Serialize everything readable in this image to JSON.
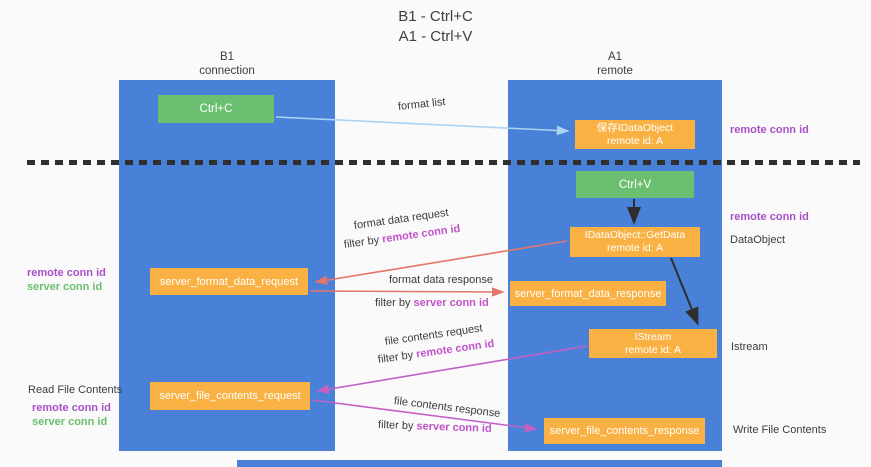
{
  "title": {
    "line1": "B1 - Ctrl+C",
    "line2": "A1 - Ctrl+V"
  },
  "lanes": {
    "left": {
      "name": "B1",
      "sub": "connection"
    },
    "right": {
      "name": "A1",
      "sub": "remote"
    }
  },
  "nodes": {
    "ctrl_c": "Ctrl+C",
    "ctrl_v": "Ctrl+V",
    "save_idataobject": {
      "line1": "保存IDataObject",
      "line2": "remote id: A"
    },
    "getdata": {
      "line1": "IDataObject::GetData",
      "line2": "remote id: A"
    },
    "istream": {
      "line1": "IStream",
      "line2": "remote id: A"
    },
    "format_request": "server_format_data_request",
    "format_response": "server_format_data_response",
    "file_request": "server_file_contents_request",
    "file_response": "server_file_contents_response"
  },
  "side_labels": {
    "remote_conn_id": "remote conn id",
    "server_conn_id": "server conn id",
    "dataobject": "DataObject",
    "istream": "Istream",
    "read_file_contents": "Read File Contents",
    "write_file_contents": "Write File Contents"
  },
  "arrow_labels": {
    "format_list": "format list",
    "format_data_request": "format data request",
    "format_data_response": "format data response",
    "file_contents_request": "file contents request",
    "file_contents_response": "file contents response",
    "filter_by": "filter by",
    "remote_conn_id": "remote conn id",
    "server_conn_id": "server conn id"
  },
  "colors": {
    "background": "#fafafa",
    "lane_blue": "#4a81d8",
    "node_green": "#6cbe70",
    "node_orange": "#f9b143",
    "arrow_red": "#e4756d",
    "arrow_magenta": "#c45fc4",
    "arrow_light_blue": "#a9d4f5",
    "arrow_black": "#2e2e2e",
    "label_purple": "#a950c8",
    "label_green": "#6abf6e"
  }
}
